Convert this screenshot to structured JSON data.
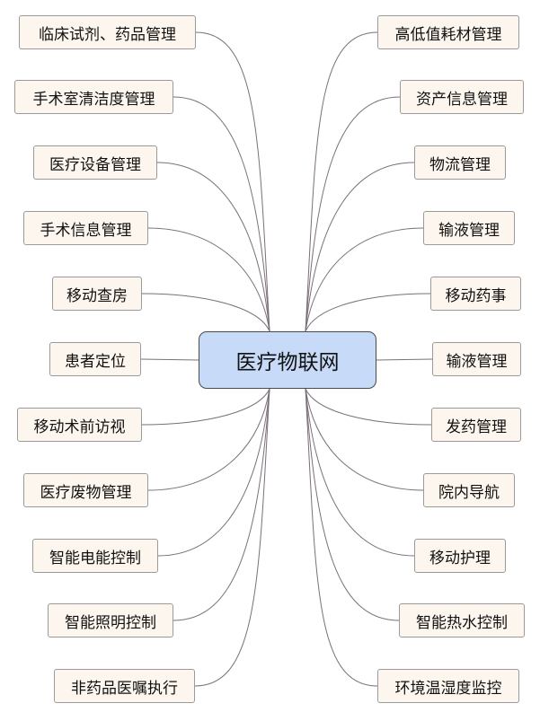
{
  "center": {
    "label": "医疗物联网"
  },
  "left_nodes": [
    "临床试剂、药品管理",
    "手术室清洁度管理",
    "医疗设备管理",
    "手术信息管理",
    "移动查房",
    "患者定位",
    "移动术前访视",
    "医疗废物管理",
    "智能电能控制",
    "智能照明控制",
    "非药品医嘱执行"
  ],
  "right_nodes": [
    "高低值耗材管理",
    "资产信息管理",
    "物流管理",
    "输液管理",
    "移动药事",
    "输液管理",
    "发药管理",
    "院内导航",
    "移动护理",
    "智能热水控制",
    "环境温湿度监控"
  ],
  "colors": {
    "node_fill": "#fdf6ee",
    "center_fill": "#c7daf7",
    "line": "#7b6f7a"
  }
}
